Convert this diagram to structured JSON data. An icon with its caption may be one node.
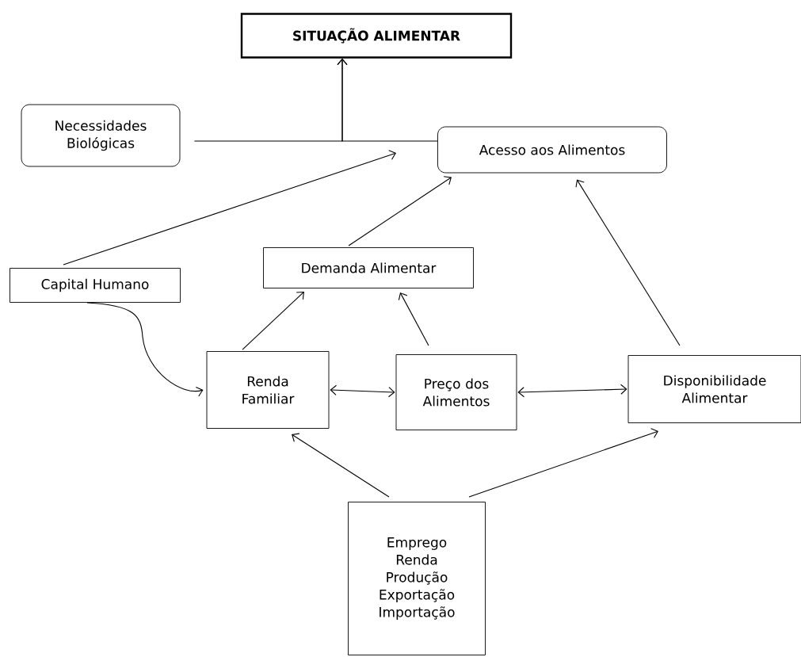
{
  "diagram": {
    "nodes": [
      {
        "text": [
          "SITUAÇÃO ALIMENTAR"
        ]
      },
      {
        "text": [
          "Necessidades Biológicas"
        ]
      },
      {
        "text": [
          "Acesso aos Alimentos"
        ]
      },
      {
        "text": [
          "Capital Humano"
        ]
      },
      {
        "text": [
          "Demanda Alimentar"
        ]
      },
      {
        "text": [
          "Renda Familiar"
        ]
      },
      {
        "text": [
          "Preço dos Alimentos"
        ]
      },
      {
        "text": [
          "Disponibilidade Alimentar"
        ]
      },
      {
        "text": [
          "Emprego Renda Produção Exportação Importação"
        ]
      }
    ],
    "edges": [
      {
        "from": 1,
        "to": 0,
        "arrow": "to"
      },
      {
        "from": 2,
        "to": 0,
        "arrow": "to"
      },
      {
        "from": 3,
        "to": 2,
        "arrow": "to"
      },
      {
        "from": 4,
        "to": 2,
        "arrow": "to"
      },
      {
        "from": 7,
        "to": 2,
        "arrow": "to"
      },
      {
        "from": 3,
        "to": 5,
        "arrow": "to"
      },
      {
        "from": 5,
        "to": 4,
        "arrow": "to"
      },
      {
        "from": 6,
        "to": 4,
        "arrow": "to"
      },
      {
        "from": 5,
        "to": 6,
        "arrow": "both"
      },
      {
        "from": 6,
        "to": 7,
        "arrow": "both"
      },
      {
        "from": 8,
        "to": 5,
        "arrow": "to"
      },
      {
        "from": 8,
        "to": 7,
        "arrow": "to"
      }
    ]
  }
}
